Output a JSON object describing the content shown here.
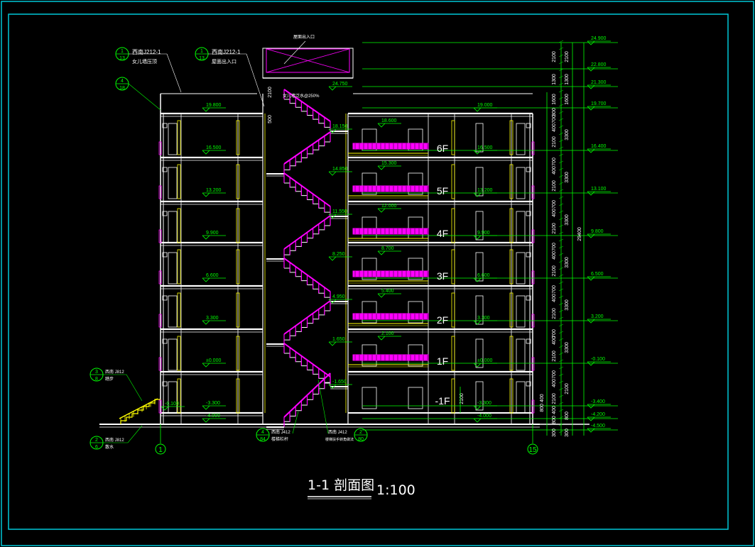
{
  "drawing": {
    "title": "1-1  剖面图",
    "scale": "1:100",
    "colors": {
      "frame": "#00c8d8",
      "line": "#ffffff",
      "dim": "#00ff00",
      "accent": "#ff00ff",
      "detail": "#ffff00"
    }
  },
  "left_elevations": [
    "19.800",
    "16.500",
    "13.200",
    "9.900",
    "6.600",
    "3.300",
    "±0.000",
    "-3.300",
    "-4.000"
  ],
  "right_elevations": [
    "19.000",
    "16.500",
    "13.200",
    "9.900",
    "6.600",
    "3.300",
    "±0.000",
    "-3.300",
    "-4.000"
  ],
  "stair_elevations": [
    "24.750",
    "18.150",
    "14.850",
    "11.550",
    "8.250",
    "4.950",
    "1.650",
    "-1.650"
  ],
  "mid_elevations": [
    "18.600",
    "15.300",
    "12.000",
    "8.700",
    "5.400",
    "2.100"
  ],
  "floor_labels": [
    "6F",
    "5F",
    "4F",
    "3F",
    "2F",
    "1F",
    "-1F"
  ],
  "outer_elevations": [
    "24.900",
    "22.800",
    "21.300",
    "19.700",
    "16.400",
    "13.100",
    "9.800",
    "6.500",
    "3.200",
    "-0.100",
    "-3.400",
    "-4.200",
    "-4.500"
  ],
  "dims": {
    "col1": [
      "2100",
      "1300",
      "1600",
      "300",
      "700",
      "400",
      "2100",
      "700",
      "400",
      "2100",
      "700",
      "400",
      "2100",
      "700",
      "400",
      "2100",
      "700",
      "400",
      "2100",
      "700",
      "400",
      "2100",
      "700",
      "400",
      "2100",
      "400",
      "800",
      "300"
    ],
    "col2": [
      "2100",
      "1300",
      "1600",
      "3300",
      "3300",
      "3300",
      "3300",
      "3300",
      "3300",
      "2100",
      "800",
      "300"
    ],
    "total": "29400",
    "stair_top": "2100",
    "stair_side": "500",
    "basement": "2100",
    "basement2": "800 400"
  },
  "callouts": {
    "c1_ref": "西南J212-1",
    "c1_text": "女儿墙压顶",
    "c1_num": "1",
    "c1_sheet": "13",
    "c2_ref": "西南J212-1",
    "c2_text": "屋面出入口",
    "c2_num": "1",
    "c2_sheet": "13",
    "c3_num": "4",
    "c3_sheet": "18",
    "c4_ref": "西南 J812",
    "c4_text": "踏步",
    "c4_num": "3",
    "c4_sheet": "8",
    "c5_ref": "西南 J812",
    "c5_text": "散水",
    "c5_num": "2",
    "c5_sheet": "6",
    "c6_ref": "西南 J412",
    "c6_text": "楼梯栏杆",
    "c6_num": "4",
    "c6_sheet": "84",
    "c7_ref": "西南 J412",
    "c7_text": "楼梯扶手转角做法",
    "c7_num": "2",
    "c7_sheet": "80",
    "roof_note": "屋面出入口",
    "slope_note": "女儿墙泛水@250%"
  },
  "axes": [
    "1",
    "15"
  ]
}
